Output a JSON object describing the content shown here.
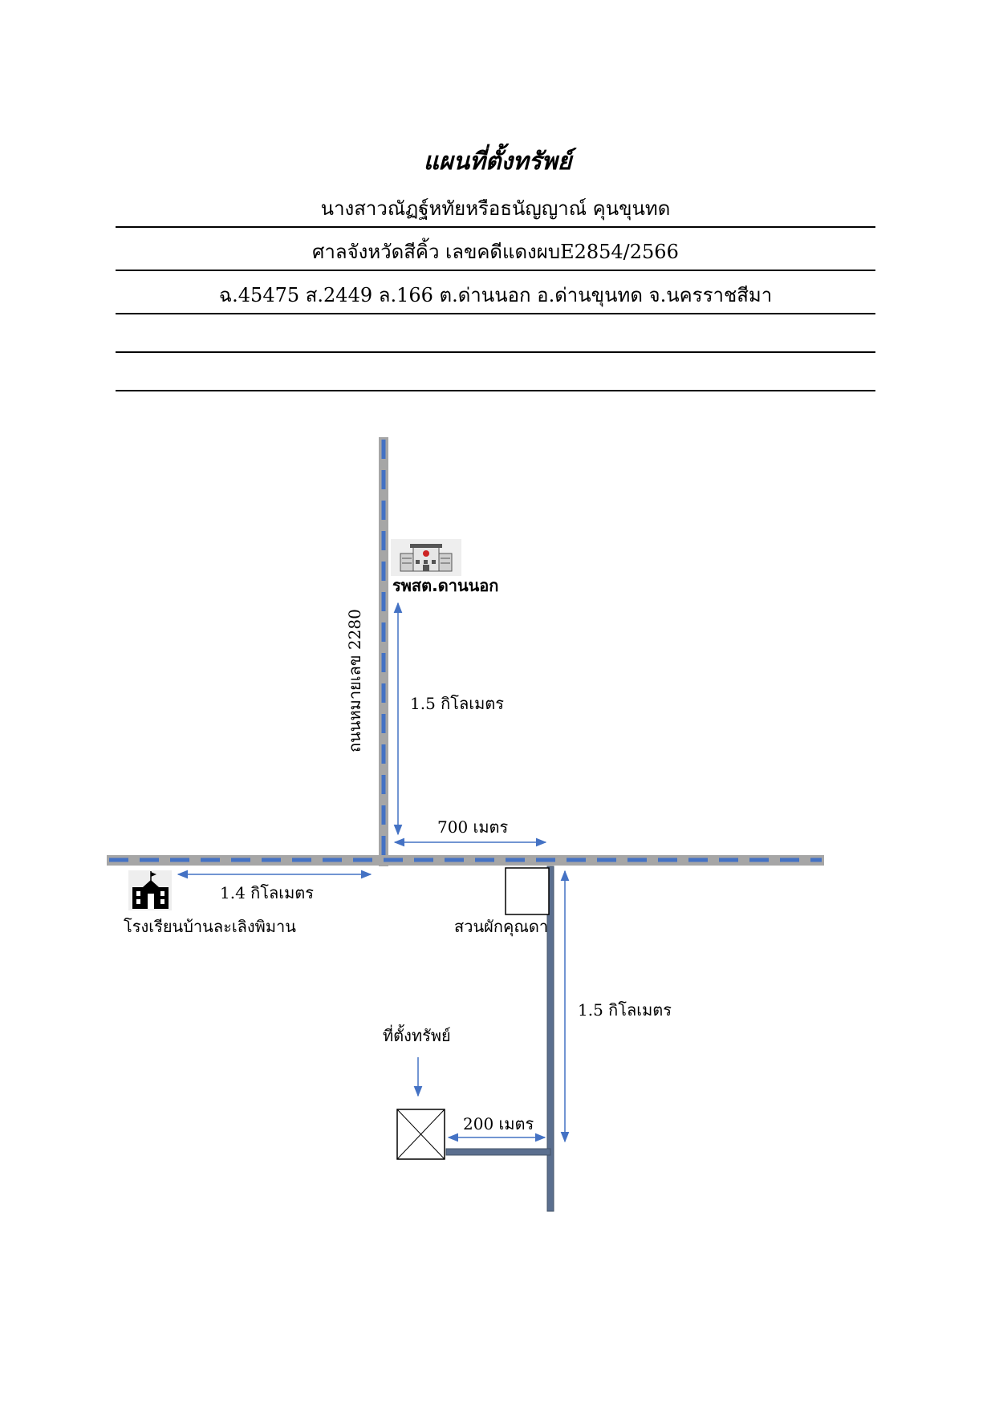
{
  "header": {
    "title": "แผนที่ตั้งทรัพย์",
    "owner": "นางสาวณัฏฐ์หทัยหรือธนัญญาณ์ คุนขุนทด",
    "court_case": "ศาลจังหวัดสีคิ้ว เลขคดีแดงผบE2854/2566",
    "deed_info": "ฉ.45475 ส.2449 ล.166 ต.ด่านนอก อ.ด่านขุนทด จ.นครราชสีมา",
    "blank_line_1": "",
    "blank_line_2": ""
  },
  "map": {
    "road_label": "ถนนหมายเลข 2280",
    "hospital_label": "รพสต.ดานนอก",
    "hospital_icon": "hospital-icon",
    "school_label": "โรงเรียนบ้านละเลิงพิมาน",
    "school_icon": "school-icon",
    "garden_label": "สวนผักคุณดา",
    "property_label": "ที่ตั้งทรัพย์",
    "dist_north": "1.5 กิโลเมตร",
    "dist_east": "700 เมตร",
    "dist_west": "1.4 กิโลเมตร",
    "dist_south": "1.5 กิโลเมตร",
    "dist_property": "200 เมตร",
    "colors": {
      "road_gray": "#a6a6a6",
      "dash_blue": "#4472c4",
      "arrow_blue": "#4472c4",
      "lane_slate": "#5b6f8f",
      "lane_border": "#44546a"
    }
  }
}
